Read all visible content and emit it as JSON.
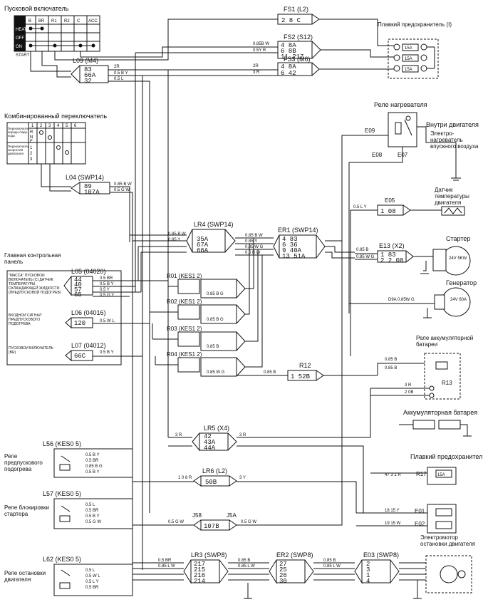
{
  "labels": {
    "ignition_switch": "Пусковой включатель",
    "fuse_main": "Плавкий предохранитель (I)",
    "heater_relay": "Реле нагревателя",
    "inside_engine": "Внутри двигателя",
    "intake_heater": "Электро-нагреватель впускного воздуха",
    "temp_sensor": "Датчик температуры двигателя",
    "combo_switch": "Комбинированный переключатель",
    "main_panel": "Главная контрольная панель",
    "mass_text": "\"МАССА\" ПУСКОВОЙ ВКЛЮЧАТЕЛЬ (С) ДАТЧИК ТЕМПЕРАТУРЫ ОХЛАЖДАЮЩЕЙ ЖИДКОСТИ (ПРЕДПУСКОВОЙ ПОДОГРЕВ)",
    "input_preheat": "ВХОДНОЙ СИГНАЛ ПРЕДПУСКОВОГО ПОДОГРЕВА",
    "starter_switch_br": "ПУСКОВОЙ ВКЛЮЧАТЕЛЬ (ВR)",
    "starter": "Стартер",
    "generator": "Генератор",
    "battery_relay": "Реле аккумуляторной батареи",
    "battery": "Аккумуляторная батарея",
    "fuse": "Плавкий предохранитель",
    "preheat_relay": "Реле предпускового подогрева",
    "starter_block_relay": "Реле блокировки стартера",
    "engine_stop_relay": "Реле остановки двигателя",
    "stop_motor": "Электромотор остановки двигателя",
    "starter_rating": "24V 5KW",
    "generator_rating": "24V 60A"
  },
  "connectors": {
    "fs1": "FS1 (L2)",
    "fs2": "FS2 (S12)",
    "fs3": "FS3 (M6)",
    "l09": "L09 (M4)",
    "l04": "L04 (SWP14)",
    "lr4": "LR4 (SWP14)",
    "er1": "ER1 (SWP14)",
    "e13": "E13 (X2)",
    "e09": "E09",
    "e08": "E08",
    "e07": "E07",
    "e05": "E05",
    "l05": "L05 (04020)",
    "l06": "L06 (04016)",
    "l07": "L07 (04012)",
    "r01": "R01 (KES1 2)",
    "r02": "R02 (KES1 2)",
    "r03": "R03 (KES1 2)",
    "r04": "R04 (KES1 2)",
    "r12": "R12",
    "r13": "R13",
    "r17": "R17",
    "lr5": "LR5 (X4)",
    "lr6": "LR6 (L2)",
    "l56": "L56 (KES0 5)",
    "l57": "L57 (KES0 5)",
    "l62": "L62 (KES0 5)",
    "j58": "J58",
    "j5a": "J5A",
    "lr3": "LR3 (SWP8)",
    "er2": "ER2 (SWP8)",
    "e03": "E03 (SWP8)",
    "e02": "E02",
    "e01": "E01"
  },
  "ignition_table": {
    "header": [
      "B",
      "BR",
      "R1",
      "R2",
      "C",
      "ACC"
    ],
    "rows": [
      "HEAT",
      "OFF",
      "ON",
      "START"
    ]
  },
  "combo_table": {
    "header": [
      "1",
      "2",
      "3",
      "4",
      "5",
      "6"
    ],
    "rows": [
      "R",
      "N",
      "F",
      "1",
      "2",
      "3"
    ],
    "row_label1": "Переключатель передн./задн. хода",
    "row_label2": "Переключатель скоростей диапазона"
  },
  "fuses": [
    "15A",
    "15A",
    "15A"
  ],
  "pins": {
    "fs1": "2 8 C",
    "fs2": [
      "4 8A",
      "6 8B",
      "11 217"
    ],
    "fs3": [
      "4 8A",
      "6 42"
    ],
    "l09": [
      "83",
      "66A",
      "32"
    ],
    "l04": [
      "89",
      "107A"
    ],
    "lr4": [
      "35A",
      "67A",
      "66A"
    ],
    "er1": [
      "4 83",
      "6 36",
      "9 40A",
      "13 51A"
    ],
    "e13": [
      "1 83",
      "2 2 08"
    ],
    "e05": "1 08",
    "l05": [
      "44",
      "40",
      "57",
      "65"
    ],
    "l06": "120",
    "l07": "66C",
    "r12": "1 52B",
    "lr5": [
      "42",
      "43A",
      "44A"
    ],
    "lr6": "50B",
    "j58": "107B",
    "lr3": [
      "217",
      "215",
      "216",
      "214"
    ],
    "er2": [
      "27",
      "25",
      "26",
      "30"
    ],
    "e03": [
      "2",
      "3",
      "1",
      "4"
    ]
  },
  "wires": {
    "w1": "0.85B W",
    "w2": "0.5Y R",
    "w3": "2R",
    "w4": "3 R",
    "w5": "0.5 B Y",
    "w6": "0.5 L",
    "w7": "0.85 B W",
    "w8": "0.5 G W",
    "w9": "0.5 L Y",
    "w10": "0.85 B",
    "w11": "0.85 W G",
    "w12": "0.5 BR",
    "w13": "0.5 Y",
    "w14": "0.5 G Y",
    "w15": "0.5 W L",
    "w16": "0.5 B Y",
    "w17": "0.85 B G",
    "w18": "0.85 W G",
    "w19": "0.85 Y",
    "w20": "0.5 B W",
    "w21": "3 R",
    "w22": "2 0B",
    "w23": "D9A 0.85W G",
    "w24": "0.5 L",
    "w25": "0.85 L W",
    "w26": "3 Y",
    "w27": "1 0 8 R",
    "w28": "47 3 1 R",
    "w29": "18 15 Y",
    "w30": "19 15 W"
  },
  "colors": {
    "line": "#111111",
    "background": "#ffffff"
  }
}
